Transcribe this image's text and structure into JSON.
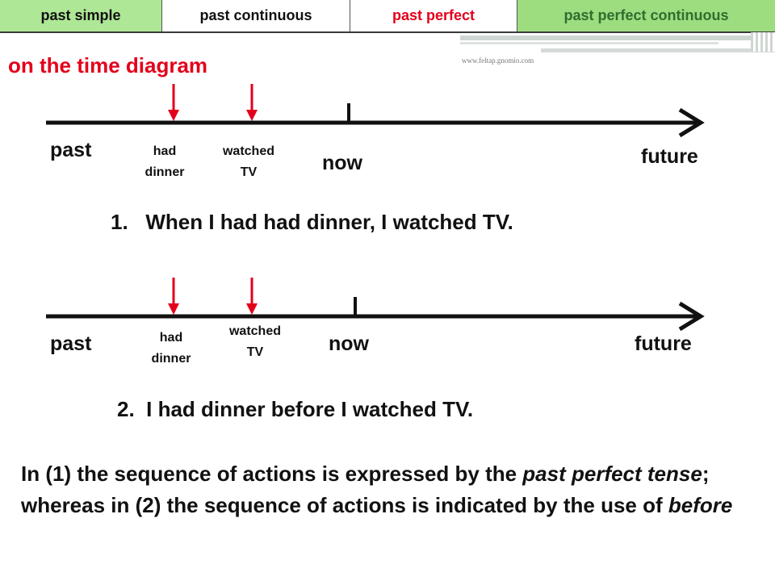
{
  "tabs": [
    {
      "label": "past simple",
      "color": "#aee796"
    },
    {
      "label": "past continuous",
      "color": "#ffffff"
    },
    {
      "label": "past perfect",
      "color": "#ffffff",
      "active": true
    },
    {
      "label": "past perfect continuous",
      "color": "#9ddc7f"
    }
  ],
  "subtitle": "on the time diagram",
  "watermark": "www.feltap.gnomio.com",
  "colors": {
    "accent_red": "#e3001b",
    "timeline": "#111111"
  },
  "diagram1": {
    "past": "past",
    "had": "had",
    "dinner": "dinner",
    "watched": "watched",
    "tv": "TV",
    "now": "now",
    "future": "future",
    "number": "1.",
    "sentence": "When I had had dinner, I watched TV."
  },
  "diagram2": {
    "past": "past",
    "had": "had",
    "dinner": "dinner",
    "watched": "watched",
    "tv": "TV",
    "now": "now",
    "future": "future",
    "number": "2.",
    "sentence": "I had dinner before I watched TV."
  },
  "explanation": {
    "p1": "In (1) the sequence of actions is expressed by the ",
    "e1": "past perfect tense",
    "p2": "; whereas in (2) the sequence of actions is indicated by the use of ",
    "e2": "before"
  }
}
